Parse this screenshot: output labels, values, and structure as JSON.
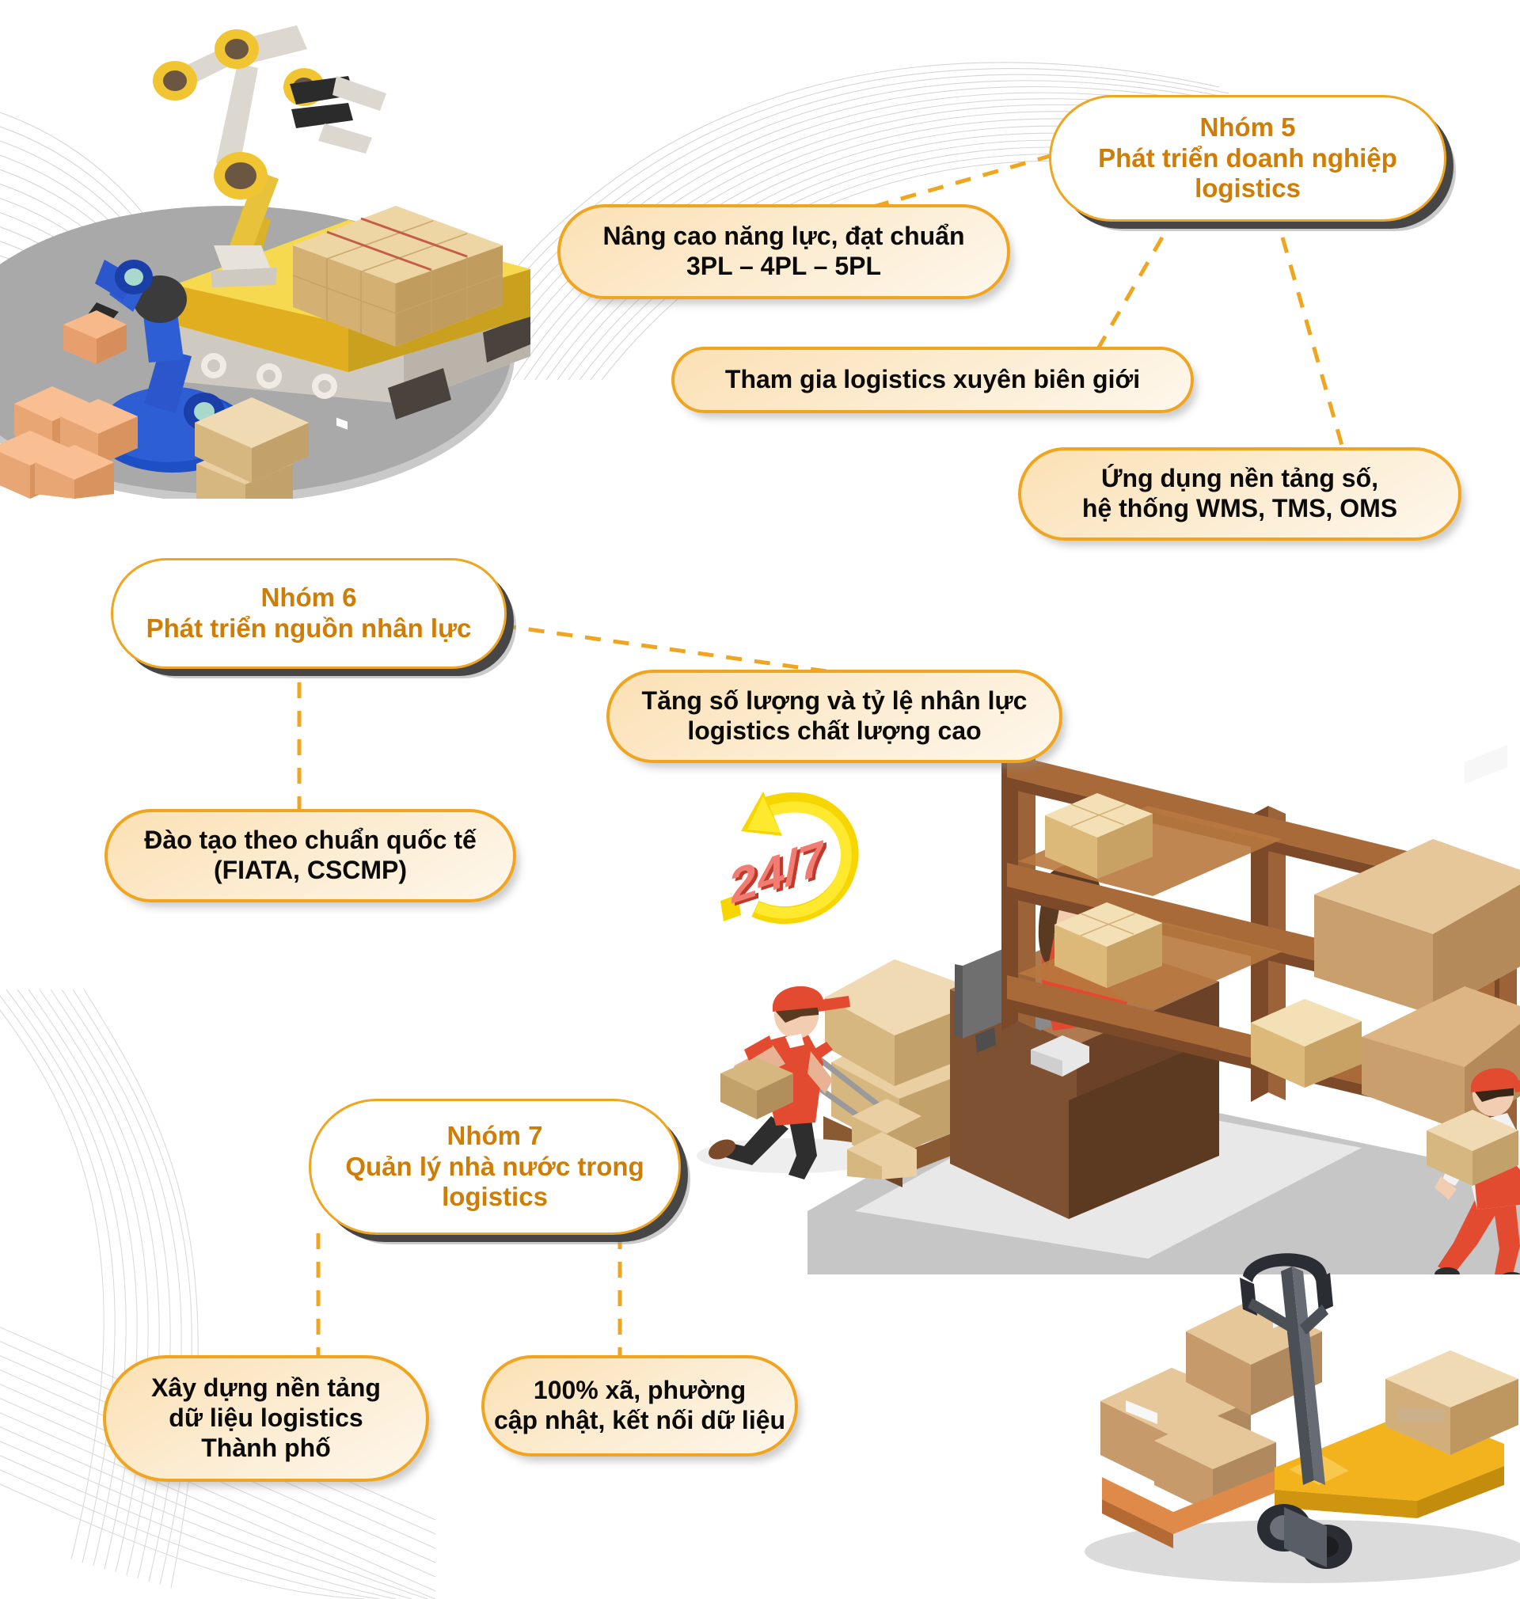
{
  "page": {
    "title": "Nhóm giải pháp phát triển logistics",
    "background": "#ffffff",
    "accent_orange": "#F0A520",
    "header_text_color": "#CE7D06",
    "sub_box_fill": "#FBE0B4",
    "body_text_color": "#0b0b0b",
    "connector_color": "#F0A520",
    "swoosh_color": "#d8d8d8"
  },
  "groups": [
    {
      "id": "nhom5",
      "line1": "Nhóm 5",
      "line2": "Phát triển doanh nghiệp",
      "line3": "logistics",
      "full": "Nhóm 5\nPhát triển doanh nghiệp\nlogistics"
    },
    {
      "id": "nhom6",
      "line1": "Nhóm 6",
      "line2": "Phát triển nguồn nhân lực",
      "line3": "",
      "full": "Nhóm 6\nPhát triển nguồn nhân lực"
    },
    {
      "id": "nhom7",
      "line1": "Nhóm 7",
      "line2": "Quản lý nhà nước trong",
      "line3": "logistics",
      "full": "Nhóm 7\nQuản lý nhà nước trong\nlogistics"
    }
  ],
  "items": [
    {
      "id": "item-nang-cao-nang-luc",
      "parent": "nhom5",
      "full": "Nâng cao năng lực, đạt chuẩn\n3PL – 4PL – 5PL"
    },
    {
      "id": "item-xuyen-bien-gioi",
      "parent": "nhom5",
      "full": "Tham gia logistics xuyên biên giới"
    },
    {
      "id": "item-nen-tang-so",
      "parent": "nhom5",
      "full": "Ứng dụng nền tảng số,\nhệ thống WMS, TMS, OMS"
    },
    {
      "id": "item-tang-so-luong",
      "parent": "nhom6",
      "full": "Tăng số lượng và tỷ lệ nhân lực\nlogistics chất lượng cao"
    },
    {
      "id": "item-dao-tao-quoc-te",
      "parent": "nhom6",
      "full": "Đào tạo theo chuẩn quốc tế\n(FIATA, CSCMP)"
    },
    {
      "id": "item-nen-tang-du-lieu",
      "parent": "nhom7",
      "full": "Xây dựng nền tảng\ndữ liệu logistics\nThành phố"
    },
    {
      "id": "item-100-phan-tram-xa-phuong",
      "parent": "nhom7",
      "full": "100% xã, phường\ncập nhật, kết nối dữ liệu"
    }
  ],
  "illustrations": [
    {
      "id": "robot-arm-scene",
      "label": "Cánh tay robot và băng chuyền pallet"
    },
    {
      "id": "badge-24-7",
      "label": "24/7"
    },
    {
      "id": "delivery-man-scene",
      "label": "Nhân viên giao hàng với xe đẩy"
    },
    {
      "id": "warehouse-shelf-scene",
      "label": "Kho hàng với kệ và nhân viên"
    },
    {
      "id": "pallet-jack-scene",
      "label": "Xe nâng tay pallet và thùng hàng"
    }
  ]
}
